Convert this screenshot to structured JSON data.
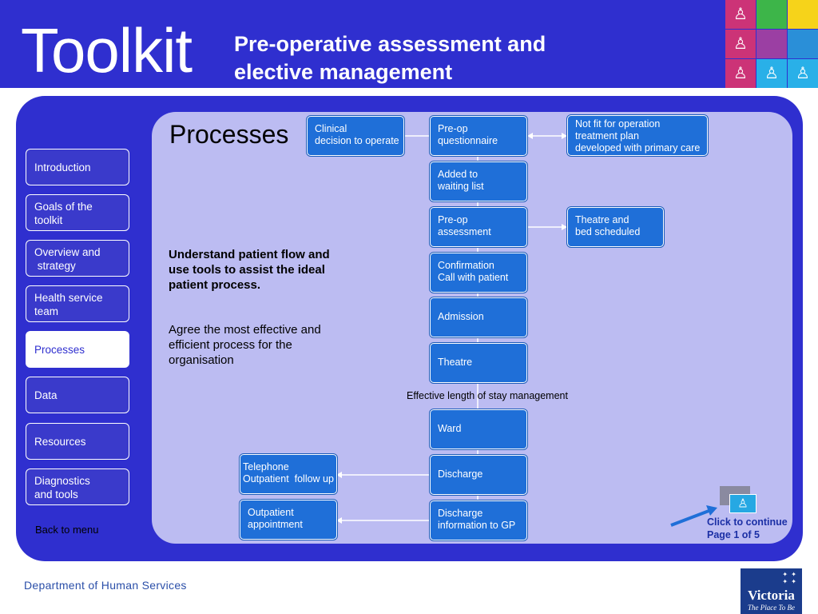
{
  "header": {
    "title": "Toolkit",
    "subtitle": "Pre-operative assessment and elective management"
  },
  "logo": {
    "tile_colors": [
      "#cc3377",
      "#3db549",
      "#f6d31a",
      "#cc3377",
      "#9b3fa3",
      "#2a8fd8",
      "#cc3377",
      "#29b0e8",
      "#29b0e8"
    ],
    "icon": "person-icon"
  },
  "sidebar": {
    "items": [
      {
        "label_line1": "Introduction",
        "label_line2": ""
      },
      {
        "label_line1": "Goals of the",
        "label_line2": "toolkit"
      },
      {
        "label_line1": "Overview and",
        "label_line2": " strategy"
      },
      {
        "label_line1": "Health service",
        "label_line2": "team"
      },
      {
        "label_line1": "Processes",
        "label_line2": ""
      },
      {
        "label_line1": "Data",
        "label_line2": ""
      },
      {
        "label_line1": "Resources",
        "label_line2": ""
      },
      {
        "label_line1": "Diagnostics",
        "label_line2": "and tools"
      }
    ],
    "active_index": 4,
    "back_to_menu": "Back to menu"
  },
  "content": {
    "heading": "Processes",
    "bold_text": "Understand patient flow and use tools to assist the ideal patient process.",
    "body_text": "Agree the most effective and efficient process for the organisation"
  },
  "flow": {
    "clinical_decision": [
      "Clinical",
      "decision to operate"
    ],
    "preop_questionnaire": [
      "Pre-op",
      "questionnaire"
    ],
    "not_fit": [
      "Not fit for operation",
      "treatment plan",
      "developed with primary care"
    ],
    "waiting_list": [
      "Added to",
      "waiting list"
    ],
    "preop_assessment": [
      "Pre-op",
      "assessment"
    ],
    "theatre_bed": [
      "Theatre and",
      "bed scheduled"
    ],
    "confirmation": [
      "Confirmation",
      "Call with patient"
    ],
    "admission": [
      "Admission"
    ],
    "theatre": [
      "Theatre"
    ],
    "los_label": "Effective length of stay management",
    "ward": [
      "Ward"
    ],
    "discharge": [
      "Discharge"
    ],
    "telephone": [
      "Telephone",
      "Outpatient  follow up"
    ],
    "outpatient": [
      "Outpatient",
      "appointment"
    ],
    "discharge_info": [
      "Discharge",
      "information to GP"
    ]
  },
  "continue": {
    "line1": "Click to continue",
    "line2": "Page 1 of 5"
  },
  "footer": {
    "department": "Department of Human Services",
    "vic_name": "Victoria",
    "vic_tagline": "The Place To Be"
  },
  "colors": {
    "brand_blue": "#2f2fcf",
    "panel_lavender": "#bcbcf2",
    "flow_box": "#1f6fd8",
    "connector": "#ffffff"
  }
}
